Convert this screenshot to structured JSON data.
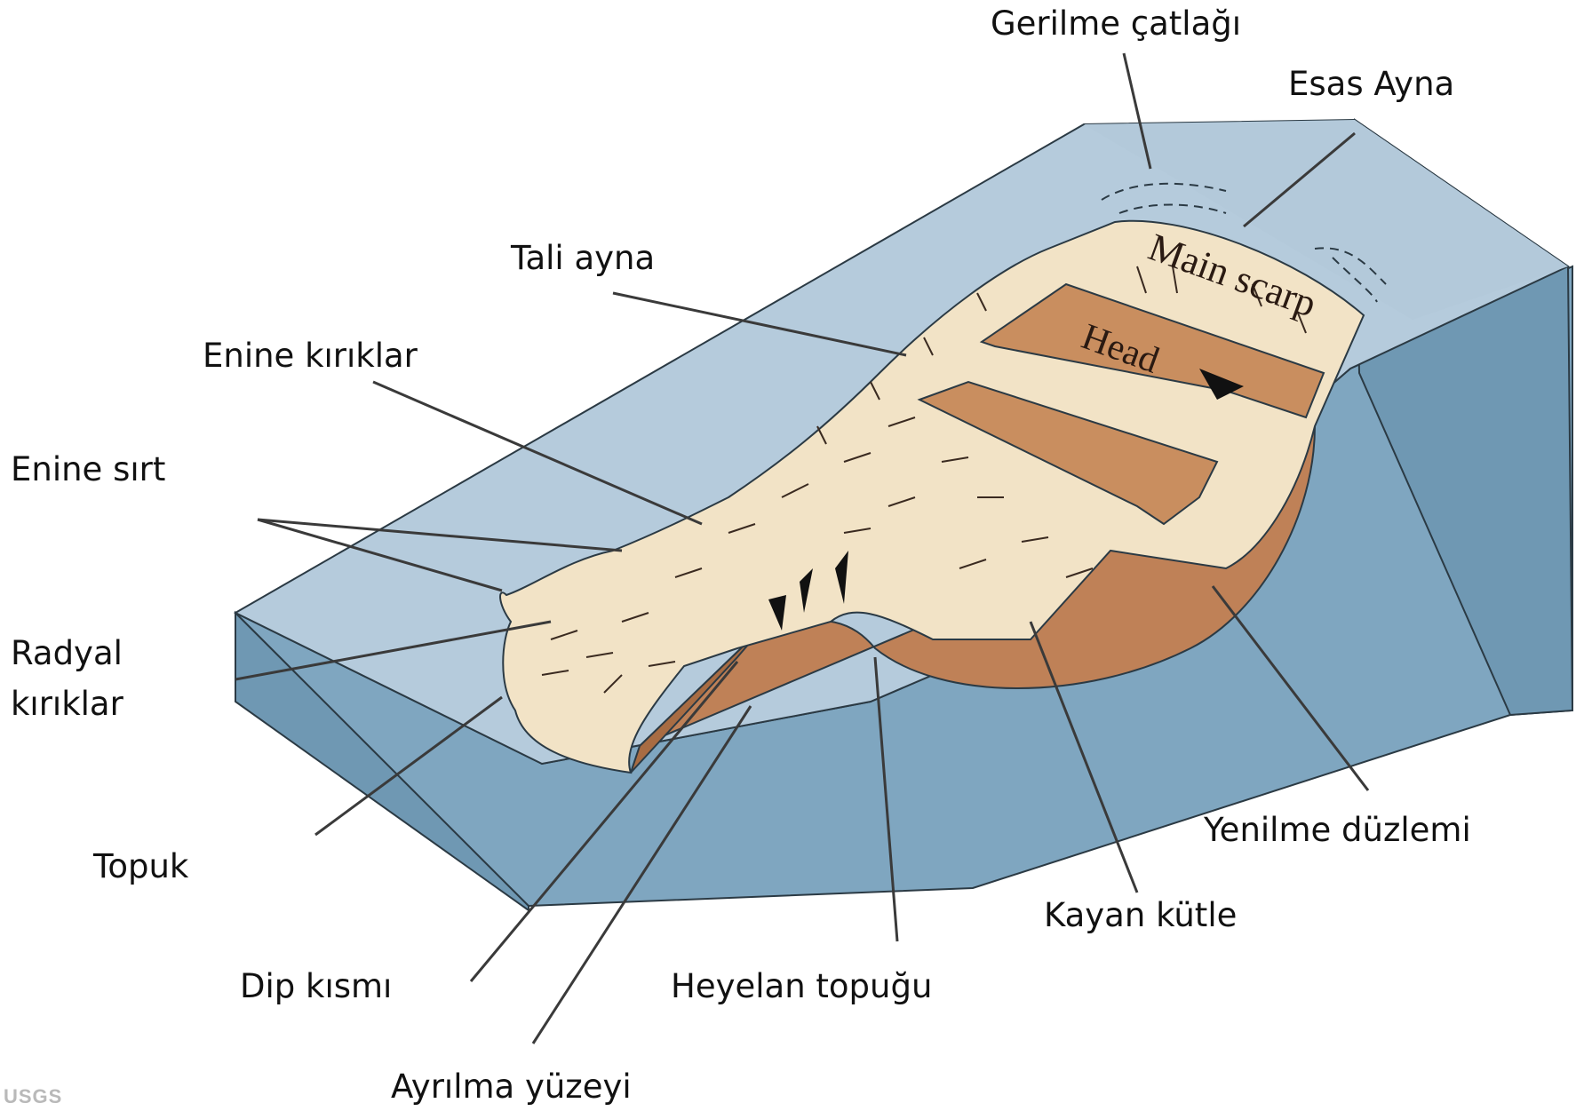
{
  "colors": {
    "block_top": "#b5cbdc",
    "block_side_dark": "#6f98b3",
    "block_side_mid": "#7fa6c0",
    "block_edge": "#2b3a44",
    "debris": "#f2e3c6",
    "head_brown": "#c98e5f",
    "rupture_brown": "#bf8157",
    "leader": "#3a3a3a"
  },
  "diagram_text": {
    "main_scarp": "Main scarp",
    "head": "Head"
  },
  "labels": {
    "gerilme": "Gerilme çatlağı",
    "esas_ayna": "Esas Ayna",
    "tali_ayna": "Tali ayna",
    "enine_kiriklar": "Enine kırıklar",
    "enine_sirt": "Enine sırt",
    "radyal": "Radyal",
    "kiriklar": "kırıklar",
    "topuk": "Topuk",
    "dip_kismi": "Dip kısmı",
    "heyelan_topugu": "Heyelan topuğu",
    "ayrilma_yuzeyi": "Ayrılma yüzeyi",
    "kayan_kutle": "Kayan kütle",
    "yenilme_duzlemi": "Yenilme düzlemi"
  },
  "credit": "USGS"
}
